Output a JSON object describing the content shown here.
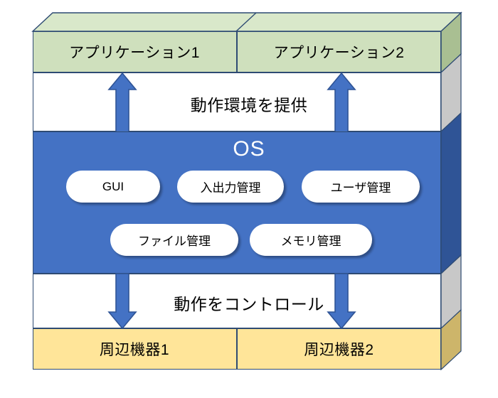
{
  "diagram": {
    "title": "OS layered architecture diagram",
    "colors": {
      "app_fill": "#cfe0bd",
      "app_top": "#d9e8ca",
      "app_side": "#a9bf92",
      "os_fill": "#4472c4",
      "os_side": "#2f5496",
      "white_fill": "#ffffff",
      "white_side": "#c8c8c8",
      "device_fill": "#ffe599",
      "device_side": "#cdb56a",
      "outline": "#2e4b73",
      "arrow_fill": "#4472c4",
      "arrow_stroke": "#2f5496",
      "pill_fill": "#ffffff"
    },
    "layers": {
      "applications": {
        "left_label": "アプリケーション1",
        "right_label": "アプリケーション2"
      },
      "provide_band": {
        "label": "動作環境を提供"
      },
      "os": {
        "title": "OS",
        "modules_row1": [
          {
            "label": "GUI"
          },
          {
            "label": "入出力管理"
          },
          {
            "label": "ユーザ管理"
          }
        ],
        "modules_row2": [
          {
            "label": "ファイル管理"
          },
          {
            "label": "メモリ管理"
          }
        ]
      },
      "control_band": {
        "label": "動作をコントロール"
      },
      "devices": {
        "left_label": "周辺機器1",
        "right_label": "周辺機器2"
      }
    },
    "arrows": {
      "up_left": {
        "direction": "up",
        "meaning": "os-provides-runtime-to-app1"
      },
      "up_right": {
        "direction": "up",
        "meaning": "os-provides-runtime-to-app2"
      },
      "down_left": {
        "direction": "down",
        "meaning": "os-controls-device1"
      },
      "down_right": {
        "direction": "down",
        "meaning": "os-controls-device2"
      }
    }
  }
}
